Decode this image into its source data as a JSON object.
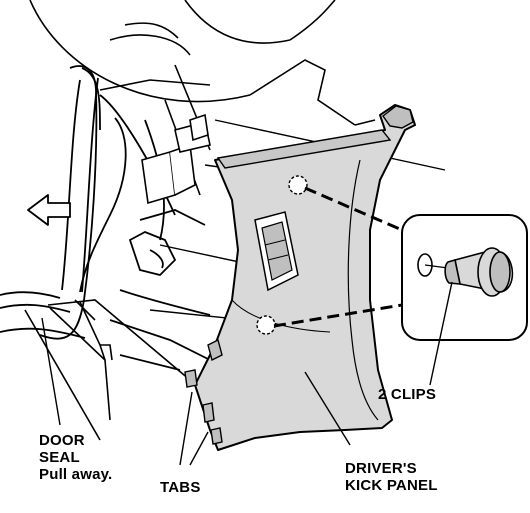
{
  "diagram": {
    "labels": {
      "clips": "2 CLIPS",
      "door_seal": [
        "DOOR",
        "SEAL",
        "Pull away."
      ],
      "tabs": "TABS",
      "kick_panel": [
        "DRIVER'S",
        "KICK PANEL"
      ]
    },
    "icons": {
      "direction": "arrow-left-outline-icon",
      "detail": "clip-detail-callout"
    },
    "colors": {
      "line": "#000000",
      "panel_fill": "#d9d9d9",
      "background": "#ffffff",
      "arrow_fill": "#ffffff"
    }
  }
}
